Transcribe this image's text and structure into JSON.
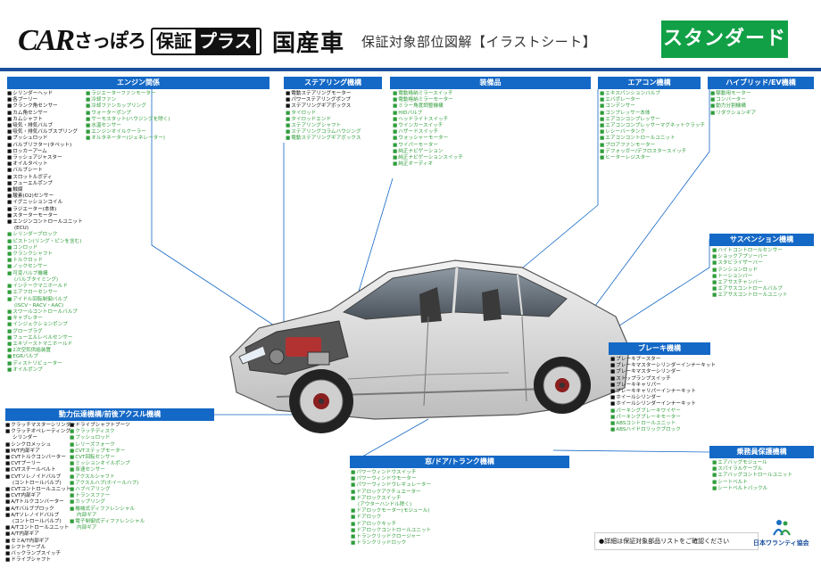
{
  "header": {
    "logo_car": "CAR",
    "logo_sapporo": "さっぽろ",
    "logo_hosho": "保証",
    "logo_plus": "プラス",
    "title": "国産車",
    "subtitle": "保証対象部位図解【イラストシート】",
    "badge": "スタンダード"
  },
  "categories": {
    "engine": {
      "title": "エンジン関係",
      "col1": [
        {
          "t": "シリンダーヘッド",
          "g": false
        },
        {
          "t": "各プーリー",
          "g": false
        },
        {
          "t": "クランク角センサー",
          "g": false
        },
        {
          "t": "カム角センサー",
          "g": false
        },
        {
          "t": "カムシャフト",
          "g": false
        },
        {
          "t": "吸気・排気バルブ",
          "g": false
        },
        {
          "t": "吸気・排気バルブスプリング",
          "g": false
        },
        {
          "t": "プッシュロッド",
          "g": false
        },
        {
          "t": "バルブリフター(タペット)",
          "g": false
        },
        {
          "t": "ロッカーアーム",
          "g": false
        },
        {
          "t": "ラッシュアジャスター",
          "g": false
        },
        {
          "t": "オイルタペット",
          "g": false
        },
        {
          "t": "バルブシート",
          "g": false
        },
        {
          "t": "スロットルボディ",
          "g": false
        },
        {
          "t": "フューエルポンプ",
          "g": false
        },
        {
          "t": "触媒",
          "g": false
        },
        {
          "t": "酸素(O2)センサー",
          "g": false
        },
        {
          "t": "イグニッションコイル",
          "g": false
        },
        {
          "t": "ラジエーター(本体)",
          "g": false
        },
        {
          "t": "スターターモーター",
          "g": false
        },
        {
          "t": "エンジンコントロールユニット",
          "g": false
        },
        {
          "t": "(ECU)",
          "g": false,
          "ind": true
        },
        {
          "t": "シリンダーブロック",
          "g": true
        },
        {
          "t": "ピストン(リング・ピンを含む)",
          "g": true
        },
        {
          "t": "コンロッド",
          "g": true
        },
        {
          "t": "クランクシャフト",
          "g": true
        },
        {
          "t": "トルクロッド",
          "g": true
        },
        {
          "t": "ノックセンサー",
          "g": true
        },
        {
          "t": "可変バルブ機構",
          "g": true
        },
        {
          "t": "(バルブタイミング)",
          "g": true,
          "ind": true
        },
        {
          "t": "インテークマニホールド",
          "g": true
        },
        {
          "t": "エアフローセンサー",
          "g": true
        },
        {
          "t": "アイドル回転制御バルブ",
          "g": true
        },
        {
          "t": "(ISCV・RACV・AAC)",
          "g": true,
          "ind": true
        },
        {
          "t": "スワールコントロールバルブ",
          "g": true
        },
        {
          "t": "キャブレター",
          "g": true
        },
        {
          "t": "インジェクションポンプ",
          "g": true
        },
        {
          "t": "グロープラグ",
          "g": true
        },
        {
          "t": "フューエルレベルセンサー",
          "g": true
        },
        {
          "t": "エキゾーストマニホールド",
          "g": true
        },
        {
          "t": "2次空気供給装置",
          "g": true
        },
        {
          "t": "EGRバルブ",
          "g": true
        },
        {
          "t": "ディストリビューター",
          "g": true
        },
        {
          "t": "オイルポンプ",
          "g": true
        }
      ],
      "col2": [
        {
          "t": "ラジエーターファンモーター",
          "g": true
        },
        {
          "t": "冷却ファン",
          "g": true
        },
        {
          "t": "冷却ファンカップリング",
          "g": true
        },
        {
          "t": "ウォーターポンプ",
          "g": true
        },
        {
          "t": "サーモスタット(ハウジングを除く)",
          "g": true
        },
        {
          "t": "水温センサー",
          "g": true
        },
        {
          "t": "エンジンオイルクーラー",
          "g": true
        },
        {
          "t": "オルタネーター(ジェネレーター)",
          "g": true
        }
      ]
    },
    "steering": {
      "title": "ステアリング機構",
      "items": [
        {
          "t": "電動ステアリングモーター",
          "g": false
        },
        {
          "t": "パワーステアリングポンプ",
          "g": false
        },
        {
          "t": "ステアリングギアボックス",
          "g": false
        },
        {
          "t": "タイロッド",
          "g": true
        },
        {
          "t": "タイロッドエンド",
          "g": true
        },
        {
          "t": "ステアリングシャフト",
          "g": true
        },
        {
          "t": "ステアリングコラムハウジング",
          "g": true
        },
        {
          "t": "電動ステアリングギアボックス",
          "g": true
        }
      ]
    },
    "equipment": {
      "title": "装備品",
      "items": [
        {
          "t": "電動格納ミラースイッチ",
          "g": true
        },
        {
          "t": "電動格納ミラーモーター",
          "g": true
        },
        {
          "t": "ミラー角度調整機構",
          "g": true
        },
        {
          "t": "HIDバルブ",
          "g": true
        },
        {
          "t": "ヘッドライトスイッチ",
          "g": true
        },
        {
          "t": "ウインカースイッチ",
          "g": true
        },
        {
          "t": "ハザードスイッチ",
          "g": true
        },
        {
          "t": "ウォッシャーモーター",
          "g": true
        },
        {
          "t": "ワイパーモーター",
          "g": true
        },
        {
          "t": "純正ナビゲーション",
          "g": true
        },
        {
          "t": "純正ナビゲーションスイッチ",
          "g": true
        },
        {
          "t": "純正オーディオ",
          "g": true
        }
      ]
    },
    "aircon": {
      "title": "エアコン機構",
      "items": [
        {
          "t": "エキスパンションバルブ",
          "g": true
        },
        {
          "t": "エバポレーター",
          "g": true
        },
        {
          "t": "コンデンサー",
          "g": true
        },
        {
          "t": "コンプレッサー本体",
          "g": true
        },
        {
          "t": "エアコンコンプレッサー",
          "g": true
        },
        {
          "t": "エアコンコンプレッサーマグネットクラッチ",
          "g": true
        },
        {
          "t": "レシーバータンク",
          "g": true
        },
        {
          "t": "エアコンコントロールユニット",
          "g": true
        },
        {
          "t": "ブロアファンモーター",
          "g": true
        },
        {
          "t": "デフォッガー/デフロスタースイッチ",
          "g": true
        },
        {
          "t": "ヒーターレジスター",
          "g": true
        }
      ]
    },
    "hybrid": {
      "title": "ハイブリッド/EV機構",
      "items": [
        {
          "t": "駆動用モーター",
          "g": true
        },
        {
          "t": "コンバーター",
          "g": true
        },
        {
          "t": "動力分割機構",
          "g": true
        },
        {
          "t": "リダクションギア",
          "g": true
        }
      ]
    },
    "suspension": {
      "title": "サスペンション機構",
      "items": [
        {
          "t": "ハイトコントロールセンサー",
          "g": true
        },
        {
          "t": "ショックアブソーバー",
          "g": true
        },
        {
          "t": "スタビライザーバー",
          "g": true
        },
        {
          "t": "テンションロッド",
          "g": true
        },
        {
          "t": "トーションバー",
          "g": true
        },
        {
          "t": "エアサスチャンバー",
          "g": true
        },
        {
          "t": "エアサスコントロールバルブ",
          "g": true
        },
        {
          "t": "エアサスコントロールユニット",
          "g": true
        }
      ]
    },
    "brake": {
      "title": "ブレーキ機構",
      "items": [
        {
          "t": "ブレーキブースター",
          "g": false
        },
        {
          "t": "ブレーキマスターシリンダーインナーキット",
          "g": false
        },
        {
          "t": "ブレーキマスターシリンダー",
          "g": false
        },
        {
          "t": "ストップランプスイッチ",
          "g": false
        },
        {
          "t": "ブレーキキャリパー",
          "g": false
        },
        {
          "t": "ブレーキキャリパーインナーキット",
          "g": false
        },
        {
          "t": "ホイールシリンダー",
          "g": false
        },
        {
          "t": "ホイールシリンダーインナーキット",
          "g": false
        },
        {
          "t": "パーキングブレーキワイヤー",
          "g": true
        },
        {
          "t": "パーキングブレーキモーター",
          "g": true
        },
        {
          "t": "ABSコントロールユニット",
          "g": true
        },
        {
          "t": "ABSハイドロリックブロック",
          "g": true
        }
      ]
    },
    "safety": {
      "title": "乗務員保護機構",
      "items": [
        {
          "t": "エアバッグモジュール",
          "g": true
        },
        {
          "t": "スパイラルケーブル",
          "g": true
        },
        {
          "t": "エアバッグコントロールユニット",
          "g": true
        },
        {
          "t": "シートベルト",
          "g": true
        },
        {
          "t": "シートベルトバックル",
          "g": true
        }
      ]
    },
    "drive": {
      "title": "動力伝達機構/前後アクスル機構",
      "col1": [
        {
          "t": "クラッチマスターシリンダー",
          "g": false
        },
        {
          "t": "クラッチオペレーティング",
          "g": false
        },
        {
          "t": "シリンダー",
          "g": false,
          "ind": true
        },
        {
          "t": "シンクロメッシュ",
          "g": false
        },
        {
          "t": "M/T内部ギア",
          "g": false
        },
        {
          "t": "CVTトルクコンバーター",
          "g": false
        },
        {
          "t": "CVTプーリー",
          "g": false
        },
        {
          "t": "CVTスチールベルト",
          "g": false
        },
        {
          "t": "CVTソレノイドバルブ",
          "g": false
        },
        {
          "t": "(コントロールバルブ)",
          "g": false,
          "ind": true
        },
        {
          "t": "CVTコントロールユニット",
          "g": false
        },
        {
          "t": "CVT内部ギア",
          "g": false
        },
        {
          "t": "A/Tトルクコンバーター",
          "g": false
        },
        {
          "t": "A/Tバルブブロック",
          "g": false
        },
        {
          "t": "A/Tソレノイドバルブ",
          "g": false
        },
        {
          "t": "(コントロールバルブ)",
          "g": false,
          "ind": true
        },
        {
          "t": "A/Tコントロールユニット",
          "g": false
        },
        {
          "t": "A/T内部ギア",
          "g": false
        },
        {
          "t": "セミA/T内部ギア",
          "g": false
        },
        {
          "t": "シフトケーブル",
          "g": false
        },
        {
          "t": "バックランプスイッチ",
          "g": false
        },
        {
          "t": "ドライブシャフト",
          "g": false
        }
      ],
      "col2": [
        {
          "t": "ドライブシャフトブーツ",
          "g": false
        },
        {
          "t": "クラッチディスク",
          "g": true
        },
        {
          "t": "プッシュロッド",
          "g": true
        },
        {
          "t": "レリーズフォーク",
          "g": true
        },
        {
          "t": "CVTステップモーター",
          "g": true
        },
        {
          "t": "CVT回転センサー",
          "g": true
        },
        {
          "t": "ミッションオイルポンプ",
          "g": true
        },
        {
          "t": "車速センサー",
          "g": true
        },
        {
          "t": "アクスルシャフト",
          "g": true
        },
        {
          "t": "アクスルハブ(ホイールハブ)",
          "g": true
        },
        {
          "t": "ハブベアリング",
          "g": true
        },
        {
          "t": "トランスファー",
          "g": true
        },
        {
          "t": "カップリング",
          "g": true
        },
        {
          "t": "機械式ディファレンシャル",
          "g": true
        },
        {
          "t": "内部ギア",
          "g": true,
          "ind": true
        },
        {
          "t": "電子制御式ディファレンシャル",
          "g": true
        },
        {
          "t": "内部ギア",
          "g": true,
          "ind": true
        }
      ]
    },
    "body": {
      "title": "窓/ドア/トランク機構",
      "items": [
        {
          "t": "パワーウィンドウスイッチ",
          "g": true
        },
        {
          "t": "パワーウィンドウモーター",
          "g": true
        },
        {
          "t": "パワーウィンドウレギュレーター",
          "g": true
        },
        {
          "t": "ドアロックアクチュエーター",
          "g": true
        },
        {
          "t": "ドアロックスイッチ",
          "g": true
        },
        {
          "t": "(アウターハンドル除く)",
          "g": true,
          "ind": true
        },
        {
          "t": "ドアロックモーター(モジュール)",
          "g": true
        },
        {
          "t": "ドアロック",
          "g": true
        },
        {
          "t": "ドアロックキッチ",
          "g": true
        },
        {
          "t": "ドアロックコントロールユニット",
          "g": true
        },
        {
          "t": "トランクリッドクロージャー",
          "g": true
        },
        {
          "t": "トランクリッドロック",
          "g": true
        }
      ]
    }
  },
  "footer": {
    "note": "●詳細は保証対象部品リストをご確認ください",
    "org": "日本ワランティ協会"
  }
}
